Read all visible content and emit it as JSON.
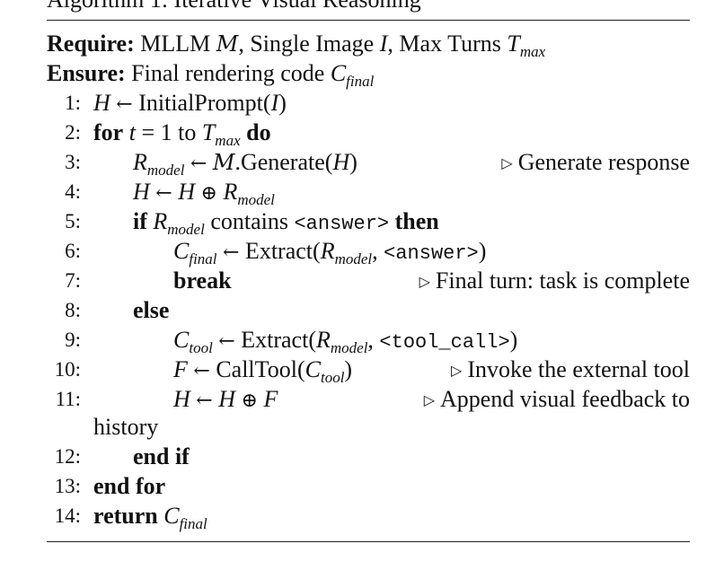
{
  "caption": "Algorithm 1: Iterative Visual Reasoning",
  "require": {
    "keyword": "Require:",
    "text_a": "MLLM",
    "model": "M",
    "text_b": ", Single Image",
    "image": "I",
    "text_c": ", Max Turns",
    "tmax_base": "T",
    "tmax_sub": "max"
  },
  "ensure": {
    "keyword": "Ensure:",
    "text": "Final rendering code",
    "c_base": "C",
    "c_sub": "final"
  },
  "lines": [
    {
      "num": "1:"
    },
    {
      "num": "2:"
    },
    {
      "num": "3:",
      "comment": "Generate response"
    },
    {
      "num": "4:"
    },
    {
      "num": "5:"
    },
    {
      "num": "6:"
    },
    {
      "num": "7:",
      "comment": "Final turn: task is complete"
    },
    {
      "num": "8:"
    },
    {
      "num": "9:"
    },
    {
      "num": "10:",
      "comment": "Invoke the external tool"
    },
    {
      "num": "11:",
      "comment": "Append visual feedback to",
      "continuation": "history"
    },
    {
      "num": "12:"
    },
    {
      "num": "13:"
    },
    {
      "num": "14:"
    }
  ],
  "tokens": {
    "H": "H",
    "arrow": "←",
    "initial_prompt": "InitialPrompt",
    "I": "I",
    "for": "for",
    "t": "t",
    "eq_one": " = 1 to ",
    "T": "T",
    "max": "max",
    "do": "do",
    "R": "R",
    "model_sub": "model",
    "M": "M",
    "generate": ".Generate",
    "oplus": "⊕",
    "if": "if",
    "contains": "contains",
    "answer_tag": "<answer>",
    "then": "then",
    "C": "C",
    "final_sub": "final",
    "extract": "Extract",
    "break": "break",
    "else": "else",
    "tool_sub": "tool",
    "tool_call_tag": "<tool_call>",
    "F": "F",
    "call_tool": "CallTool",
    "end_if": "end if",
    "end_for": "end for",
    "return": "return"
  }
}
